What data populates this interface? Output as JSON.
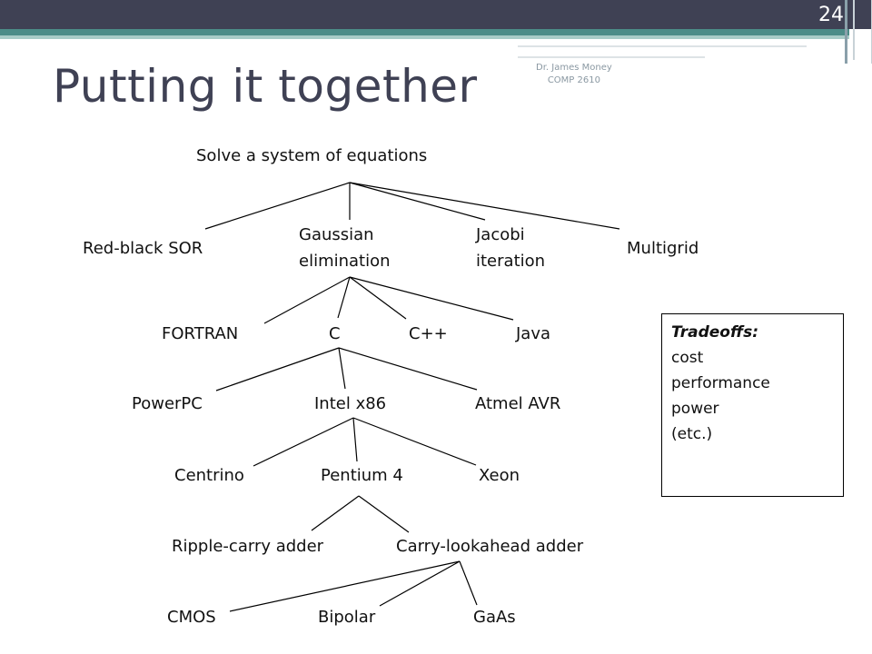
{
  "slide": {
    "number": "24",
    "title": "Putting it together",
    "author_line1": "Dr. James Money",
    "author_line2": "COMP 2610"
  },
  "tree": {
    "root": "Solve a system of equations",
    "methods": [
      "Red-black SOR",
      "Gaussian elimination",
      "Jacobi iteration",
      "Multigrid"
    ],
    "languages": [
      "FORTRAN",
      "C",
      "C++",
      "Java"
    ],
    "architectures": [
      "PowerPC",
      "Intel x86",
      "Atmel AVR"
    ],
    "processors": [
      "Centrino",
      "Pentium 4",
      "Xeon"
    ],
    "adders": [
      "Ripple-carry adder",
      "Carry-lookahead adder"
    ],
    "technologies": [
      "CMOS",
      "Bipolar",
      "GaAs"
    ]
  },
  "tradeoffs": {
    "heading": "Tradeoffs:",
    "items": [
      "cost",
      "performance",
      "power",
      "(etc.)"
    ]
  }
}
